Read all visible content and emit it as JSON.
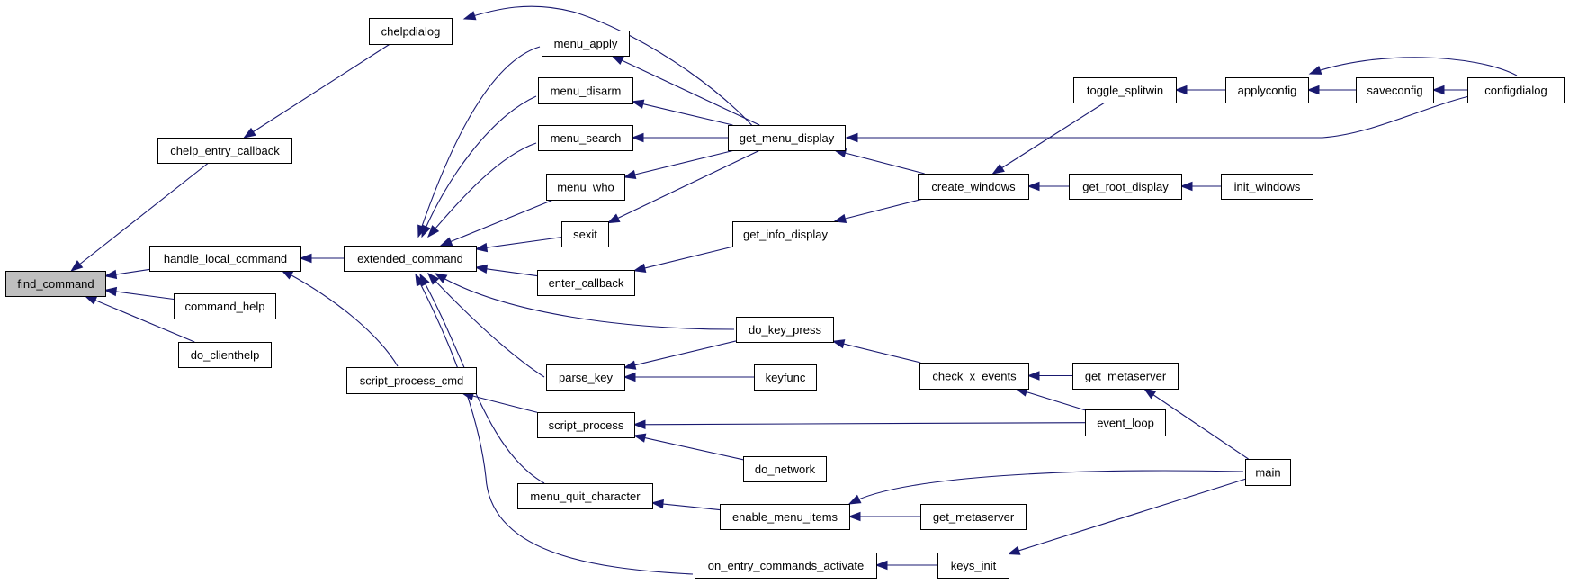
{
  "colors": {
    "edge": "#191970",
    "node_border": "#000000",
    "node_fill": "#ffffff",
    "highlight_fill": "#bfbfbf"
  },
  "nodes": [
    {
      "id": "find_command",
      "label": "find_command",
      "highlight": true
    },
    {
      "id": "chelp_entry_callback",
      "label": "chelp_entry_callback"
    },
    {
      "id": "handle_local_command",
      "label": "handle_local_command"
    },
    {
      "id": "command_help",
      "label": "command_help"
    },
    {
      "id": "do_clienthelp",
      "label": "do_clienthelp"
    },
    {
      "id": "chelpdialog",
      "label": "chelpdialog"
    },
    {
      "id": "extended_command",
      "label": "extended_command"
    },
    {
      "id": "script_process_cmd",
      "label": "script_process_cmd"
    },
    {
      "id": "menu_apply",
      "label": "menu_apply"
    },
    {
      "id": "menu_disarm",
      "label": "menu_disarm"
    },
    {
      "id": "menu_search",
      "label": "menu_search"
    },
    {
      "id": "menu_who",
      "label": "menu_who"
    },
    {
      "id": "sexit",
      "label": "sexit"
    },
    {
      "id": "enter_callback",
      "label": "enter_callback"
    },
    {
      "id": "parse_key",
      "label": "parse_key"
    },
    {
      "id": "script_process",
      "label": "script_process"
    },
    {
      "id": "menu_quit_character",
      "label": "menu_quit_character"
    },
    {
      "id": "on_entry_commands_activate",
      "label": "on_entry_commands_activate"
    },
    {
      "id": "get_menu_display",
      "label": "get_menu_display"
    },
    {
      "id": "get_info_display",
      "label": "get_info_display"
    },
    {
      "id": "do_key_press",
      "label": "do_key_press"
    },
    {
      "id": "keyfunc",
      "label": "keyfunc"
    },
    {
      "id": "do_network",
      "label": "do_network"
    },
    {
      "id": "enable_menu_items",
      "label": "enable_menu_items"
    },
    {
      "id": "keys_init",
      "label": "keys_init"
    },
    {
      "id": "create_windows",
      "label": "create_windows"
    },
    {
      "id": "check_x_events",
      "label": "check_x_events"
    },
    {
      "id": "get_metaserver_2",
      "label": "get_metaserver"
    },
    {
      "id": "toggle_splitwin",
      "label": "toggle_splitwin"
    },
    {
      "id": "get_root_display",
      "label": "get_root_display"
    },
    {
      "id": "get_metaserver_1",
      "label": "get_metaserver"
    },
    {
      "id": "event_loop",
      "label": "event_loop"
    },
    {
      "id": "applyconfig",
      "label": "applyconfig"
    },
    {
      "id": "init_windows",
      "label": "init_windows"
    },
    {
      "id": "main",
      "label": "main"
    },
    {
      "id": "saveconfig",
      "label": "saveconfig"
    },
    {
      "id": "configdialog",
      "label": "configdialog"
    }
  ],
  "edges": [
    {
      "from": "chelp_entry_callback",
      "to": "find_command"
    },
    {
      "from": "handle_local_command",
      "to": "find_command"
    },
    {
      "from": "command_help",
      "to": "find_command"
    },
    {
      "from": "do_clienthelp",
      "to": "find_command"
    },
    {
      "from": "chelpdialog",
      "to": "chelp_entry_callback"
    },
    {
      "from": "extended_command",
      "to": "handle_local_command"
    },
    {
      "from": "script_process_cmd",
      "to": "handle_local_command"
    },
    {
      "from": "get_menu_display",
      "to": "chelpdialog"
    },
    {
      "from": "menu_apply",
      "to": "extended_command"
    },
    {
      "from": "menu_disarm",
      "to": "extended_command"
    },
    {
      "from": "menu_search",
      "to": "extended_command"
    },
    {
      "from": "menu_who",
      "to": "extended_command"
    },
    {
      "from": "sexit",
      "to": "extended_command"
    },
    {
      "from": "enter_callback",
      "to": "extended_command"
    },
    {
      "from": "parse_key",
      "to": "extended_command"
    },
    {
      "from": "do_key_press",
      "to": "extended_command"
    },
    {
      "from": "menu_quit_character",
      "to": "extended_command"
    },
    {
      "from": "on_entry_commands_activate",
      "to": "extended_command"
    },
    {
      "from": "script_process",
      "to": "script_process_cmd"
    },
    {
      "from": "get_menu_display",
      "to": "menu_apply"
    },
    {
      "from": "get_menu_display",
      "to": "menu_disarm"
    },
    {
      "from": "get_menu_display",
      "to": "menu_search"
    },
    {
      "from": "get_menu_display",
      "to": "menu_who"
    },
    {
      "from": "get_menu_display",
      "to": "sexit"
    },
    {
      "from": "get_info_display",
      "to": "enter_callback"
    },
    {
      "from": "do_key_press",
      "to": "parse_key"
    },
    {
      "from": "keyfunc",
      "to": "parse_key"
    },
    {
      "from": "event_loop",
      "to": "script_process"
    },
    {
      "from": "do_network",
      "to": "script_process"
    },
    {
      "from": "enable_menu_items",
      "to": "menu_quit_character"
    },
    {
      "from": "keys_init",
      "to": "on_entry_commands_activate"
    },
    {
      "from": "create_windows",
      "to": "get_menu_display"
    },
    {
      "from": "configdialog",
      "to": "get_menu_display"
    },
    {
      "from": "create_windows",
      "to": "get_info_display"
    },
    {
      "from": "check_x_events",
      "to": "do_key_press"
    },
    {
      "from": "get_metaserver_2",
      "to": "enable_menu_items"
    },
    {
      "from": "main",
      "to": "enable_menu_items"
    },
    {
      "from": "main",
      "to": "keys_init"
    },
    {
      "from": "toggle_splitwin",
      "to": "create_windows"
    },
    {
      "from": "get_root_display",
      "to": "create_windows"
    },
    {
      "from": "get_metaserver_1",
      "to": "check_x_events"
    },
    {
      "from": "event_loop",
      "to": "check_x_events"
    },
    {
      "from": "applyconfig",
      "to": "toggle_splitwin"
    },
    {
      "from": "init_windows",
      "to": "get_root_display"
    },
    {
      "from": "main",
      "to": "get_metaserver_1"
    },
    {
      "from": "saveconfig",
      "to": "applyconfig"
    },
    {
      "from": "configdialog",
      "to": "applyconfig"
    },
    {
      "from": "configdialog",
      "to": "saveconfig"
    }
  ]
}
